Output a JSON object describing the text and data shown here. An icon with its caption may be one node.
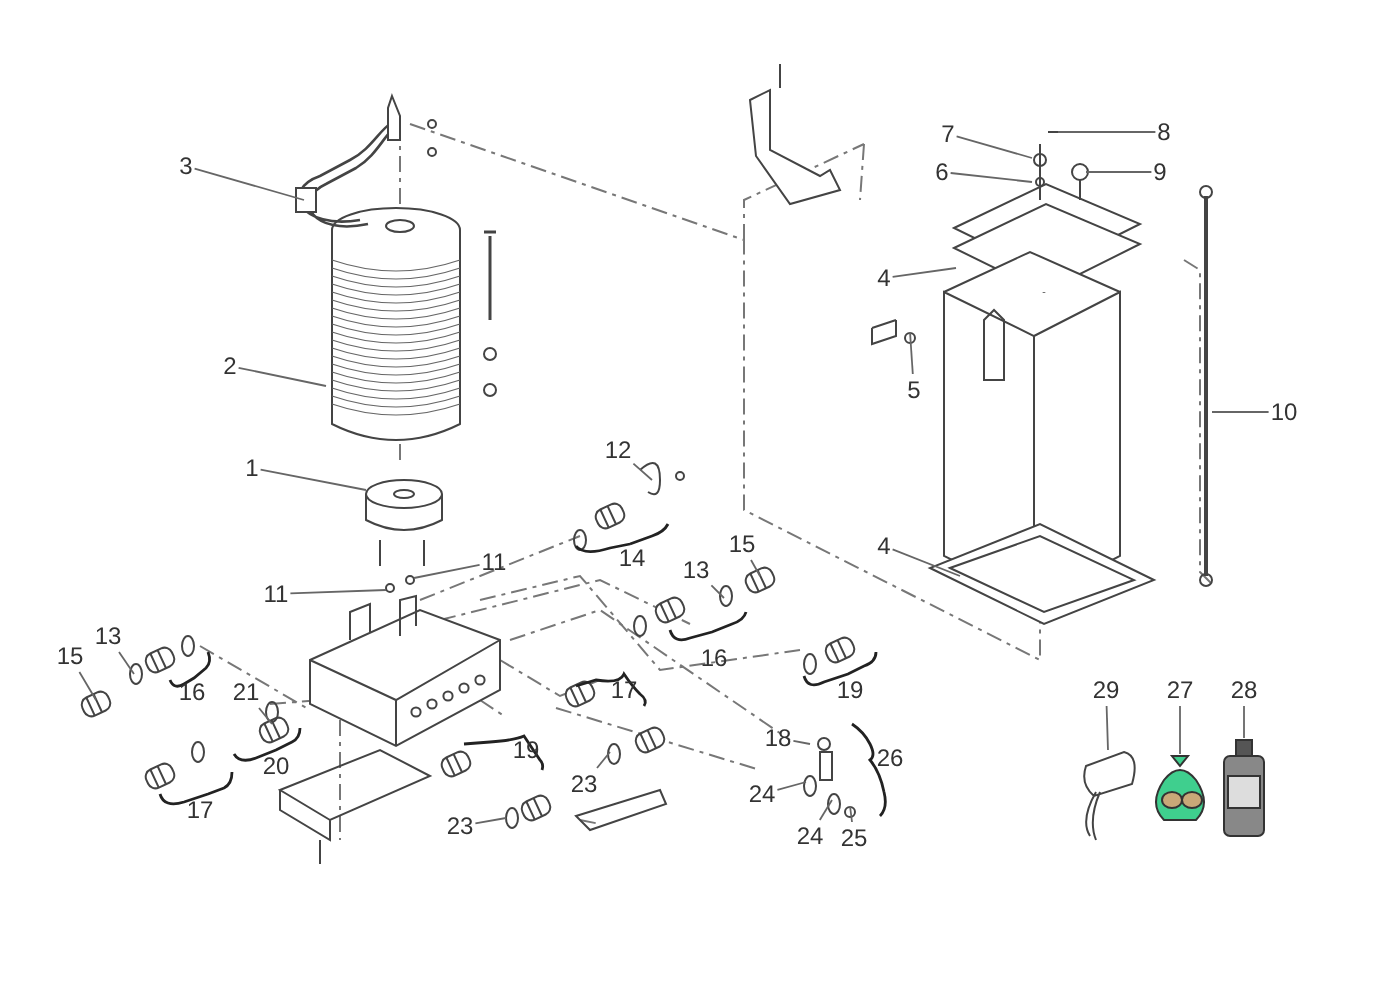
{
  "diagram": {
    "nodes": [
      {
        "text": [
          "8"
        ]
      },
      {
        "text": [
          "7"
        ]
      },
      {
        "text": [
          "3"
        ]
      },
      {
        "text": [
          "6"
        ]
      },
      {
        "text": [
          "9"
        ]
      },
      {
        "text": [
          "4"
        ]
      },
      {
        "text": [
          "2"
        ]
      },
      {
        "text": [
          "5"
        ]
      },
      {
        "text": [
          "10"
        ]
      },
      {
        "text": [
          "12"
        ]
      },
      {
        "text": [
          "1"
        ]
      },
      {
        "text": [
          "15"
        ]
      },
      {
        "text": [
          "4"
        ]
      },
      {
        "text": [
          "11"
        ]
      },
      {
        "text": [
          "13"
        ]
      },
      {
        "text": [
          "11"
        ]
      },
      {
        "text": [
          "13"
        ]
      },
      {
        "text": [
          "15"
        ]
      },
      {
        "text": [
          "21"
        ]
      },
      {
        "text": [
          "29"
        ]
      },
      {
        "text": [
          "27"
        ]
      },
      {
        "text": [
          "28"
        ]
      },
      {
        "text": [
          "18"
        ]
      },
      {
        "text": [
          "23"
        ]
      },
      {
        "text": [
          "24"
        ]
      },
      {
        "text": [
          "23"
        ]
      },
      {
        "text": [
          "24"
        ]
      },
      {
        "text": [
          "25"
        ]
      },
      {
        "text": [],
        "shape": "picture"
      },
      {
        "text": [],
        "shape": "picture"
      },
      {
        "text": [],
        "shape": "picture"
      }
    ],
    "edges": [
      {
        "from": 0,
        "to": null,
        "arrow": "none"
      },
      {
        "from": 1,
        "to": null,
        "arrow": "none"
      },
      {
        "from": 2,
        "to": null,
        "arrow": "none"
      },
      {
        "from": 3,
        "to": null,
        "arrow": "none"
      },
      {
        "from": 4,
        "to": null,
        "arrow": "none"
      },
      {
        "from": 5,
        "to": null,
        "arrow": "none"
      },
      {
        "from": 6,
        "to": null,
        "arrow": "none"
      },
      {
        "from": 7,
        "to": null,
        "arrow": "none"
      },
      {
        "from": 8,
        "to": null,
        "arrow": "none"
      },
      {
        "from": 9,
        "to": null,
        "arrow": "none"
      },
      {
        "from": 10,
        "to": null,
        "arrow": "none"
      },
      {
        "from": 11,
        "to": null,
        "arrow": "none"
      },
      {
        "from": 12,
        "to": null,
        "arrow": "none"
      },
      {
        "from": 13,
        "to": null,
        "arrow": "none"
      },
      {
        "from": 14,
        "to": null,
        "arrow": "none"
      },
      {
        "from": 15,
        "to": null,
        "arrow": "none"
      },
      {
        "from": 16,
        "to": null,
        "arrow": "none"
      },
      {
        "from": 17,
        "to": null,
        "arrow": "none"
      },
      {
        "from": 18,
        "to": null,
        "arrow": "none"
      },
      {
        "from": 19,
        "to": 28,
        "arrow": "none"
      },
      {
        "from": 20,
        "to": 29,
        "arrow": "none"
      },
      {
        "from": 21,
        "to": 30,
        "arrow": "none"
      },
      {
        "from": 22,
        "to": null,
        "arrow": "none"
      },
      {
        "from": 23,
        "to": null,
        "arrow": "none"
      },
      {
        "from": 24,
        "to": null,
        "arrow": "none"
      },
      {
        "from": 25,
        "to": null,
        "arrow": "none"
      },
      {
        "from": 26,
        "to": null,
        "arrow": "none"
      },
      {
        "from": 27,
        "to": null,
        "arrow": "none"
      }
    ],
    "labels": [
      "14",
      "16",
      "19",
      "17",
      "16",
      "19",
      "26",
      "20",
      "17"
    ]
  }
}
